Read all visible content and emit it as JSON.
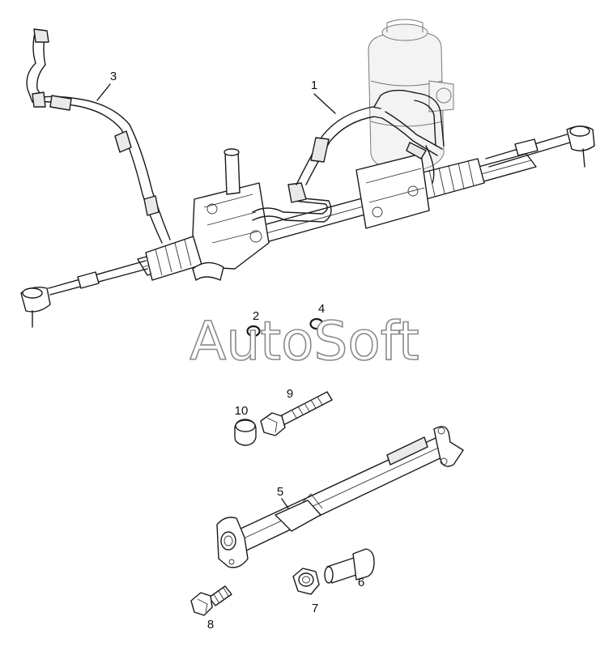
{
  "watermark": "AutoSoft",
  "colors": {
    "line": "#1a1a1a",
    "ghost": "#777777",
    "watermark_outline": "#8a8a8a",
    "background": "#ffffff"
  },
  "callouts": {
    "c1": "1",
    "c2": "2",
    "c3": "3",
    "c4": "4",
    "c5": "5",
    "c6": "6",
    "c7": "7",
    "c8": "8",
    "c9": "9",
    "c10": "10"
  }
}
